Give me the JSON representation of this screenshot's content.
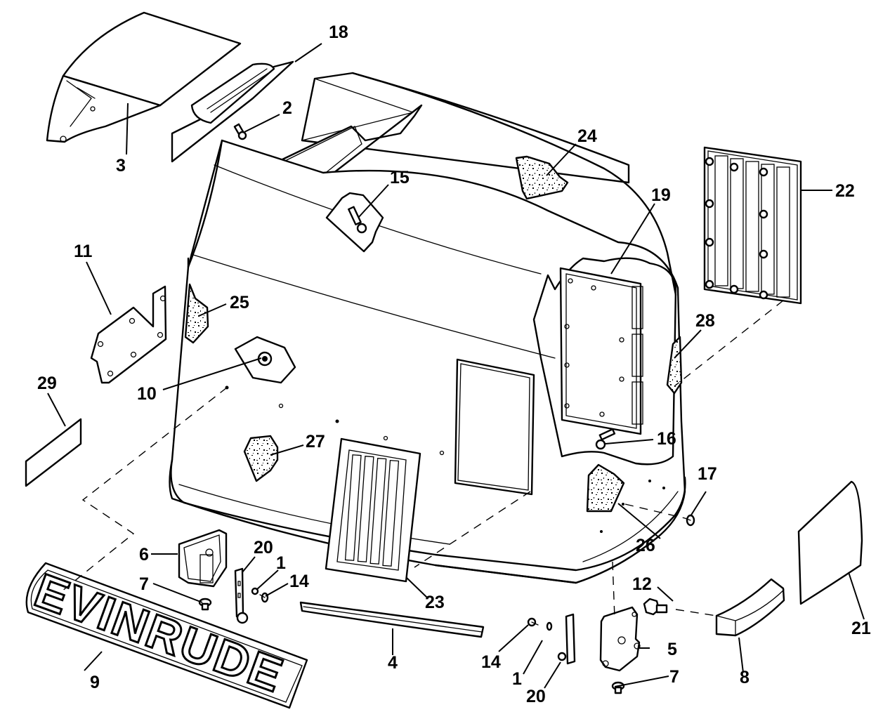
{
  "title": "Outboard motor cover exploded parts diagram",
  "brand_decal_text": "EVINRUDE",
  "colors": {
    "ink": "#000000",
    "paper": "#ffffff"
  },
  "parts": [
    {
      "id": "p3",
      "number": "3",
      "name": "Rear air intake cover"
    },
    {
      "id": "p18",
      "number": "18",
      "name": "Intake grille insert"
    },
    {
      "id": "p2",
      "number": "2",
      "name": "Screw (intake)"
    },
    {
      "id": "p24",
      "number": "24",
      "name": "Sound pad (top)"
    },
    {
      "id": "p15",
      "number": "15",
      "name": "Screw with retainer (top)"
    },
    {
      "id": "p22",
      "number": "22",
      "name": "Side air grille"
    },
    {
      "id": "p19",
      "number": "19",
      "name": "Inner baffle plate"
    },
    {
      "id": "p11",
      "number": "11",
      "name": "Bracket"
    },
    {
      "id": "p25",
      "number": "25",
      "name": "Sound pad (left)"
    },
    {
      "id": "p28",
      "number": "28",
      "name": "Sound pad (right)"
    },
    {
      "id": "p29",
      "number": "29",
      "name": "Decal (left)"
    },
    {
      "id": "p10",
      "number": "10",
      "name": "Grommet/retainer"
    },
    {
      "id": "p27",
      "number": "27",
      "name": "Sound pad (front)"
    },
    {
      "id": "p16",
      "number": "16",
      "name": "Screw (baffle)"
    },
    {
      "id": "p17",
      "number": "17",
      "name": "Rivet/plug"
    },
    {
      "id": "p26",
      "number": "26",
      "name": "Sound pad (rear corner)"
    },
    {
      "id": "p6",
      "number": "6",
      "name": "Latch (left)"
    },
    {
      "id": "p7a",
      "number": "7",
      "name": "Bumper (left latch)"
    },
    {
      "id": "p20a",
      "number": "20",
      "name": "Latch strap (left)"
    },
    {
      "id": "p1a",
      "number": "1",
      "name": "Washer (left)"
    },
    {
      "id": "p14a",
      "number": "14",
      "name": "Screw (left)"
    },
    {
      "id": "p23",
      "number": "23",
      "name": "Front air grille"
    },
    {
      "id": "p9",
      "number": "9",
      "name": "Name decal"
    },
    {
      "id": "p4",
      "number": "4",
      "name": "Seal strip"
    },
    {
      "id": "p12",
      "number": "12",
      "name": "Adjusting screw"
    },
    {
      "id": "p8",
      "number": "8",
      "name": "Handle/cap"
    },
    {
      "id": "p21",
      "number": "21",
      "name": "Decal (right)"
    },
    {
      "id": "p5",
      "number": "5",
      "name": "Latch (right)"
    },
    {
      "id": "p7b",
      "number": "7",
      "name": "Bumper (right latch)"
    },
    {
      "id": "p14b",
      "number": "14",
      "name": "Screw (right)"
    },
    {
      "id": "p1b",
      "number": "1",
      "name": "Washer (right)"
    },
    {
      "id": "p20b",
      "number": "20",
      "name": "Latch strap (right)"
    }
  ]
}
